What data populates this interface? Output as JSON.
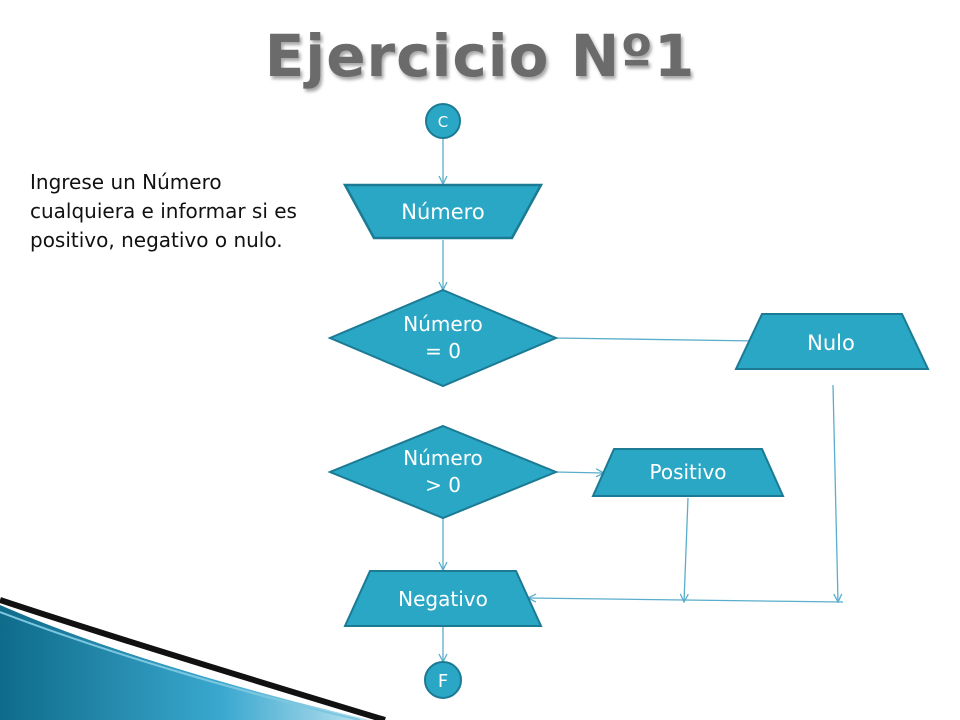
{
  "title": "Ejercicio Nº1",
  "description": "Ingrese un Número cualquiera e informar si es positivo, negativo o nulo.",
  "colors": {
    "shape_fill": "#2aa7c5",
    "shape_border": "#1b7a94",
    "connector": "#5aaecb",
    "title": "#6b6b6b"
  },
  "diagram": {
    "start": "C",
    "input": "Número",
    "decision_zero": [
      "Número",
      "= 0"
    ],
    "decision_positive": [
      "Número",
      "> 0"
    ],
    "out_null": "Nulo",
    "out_positive": "Positivo",
    "out_negative": "Negativo",
    "end": "F"
  }
}
